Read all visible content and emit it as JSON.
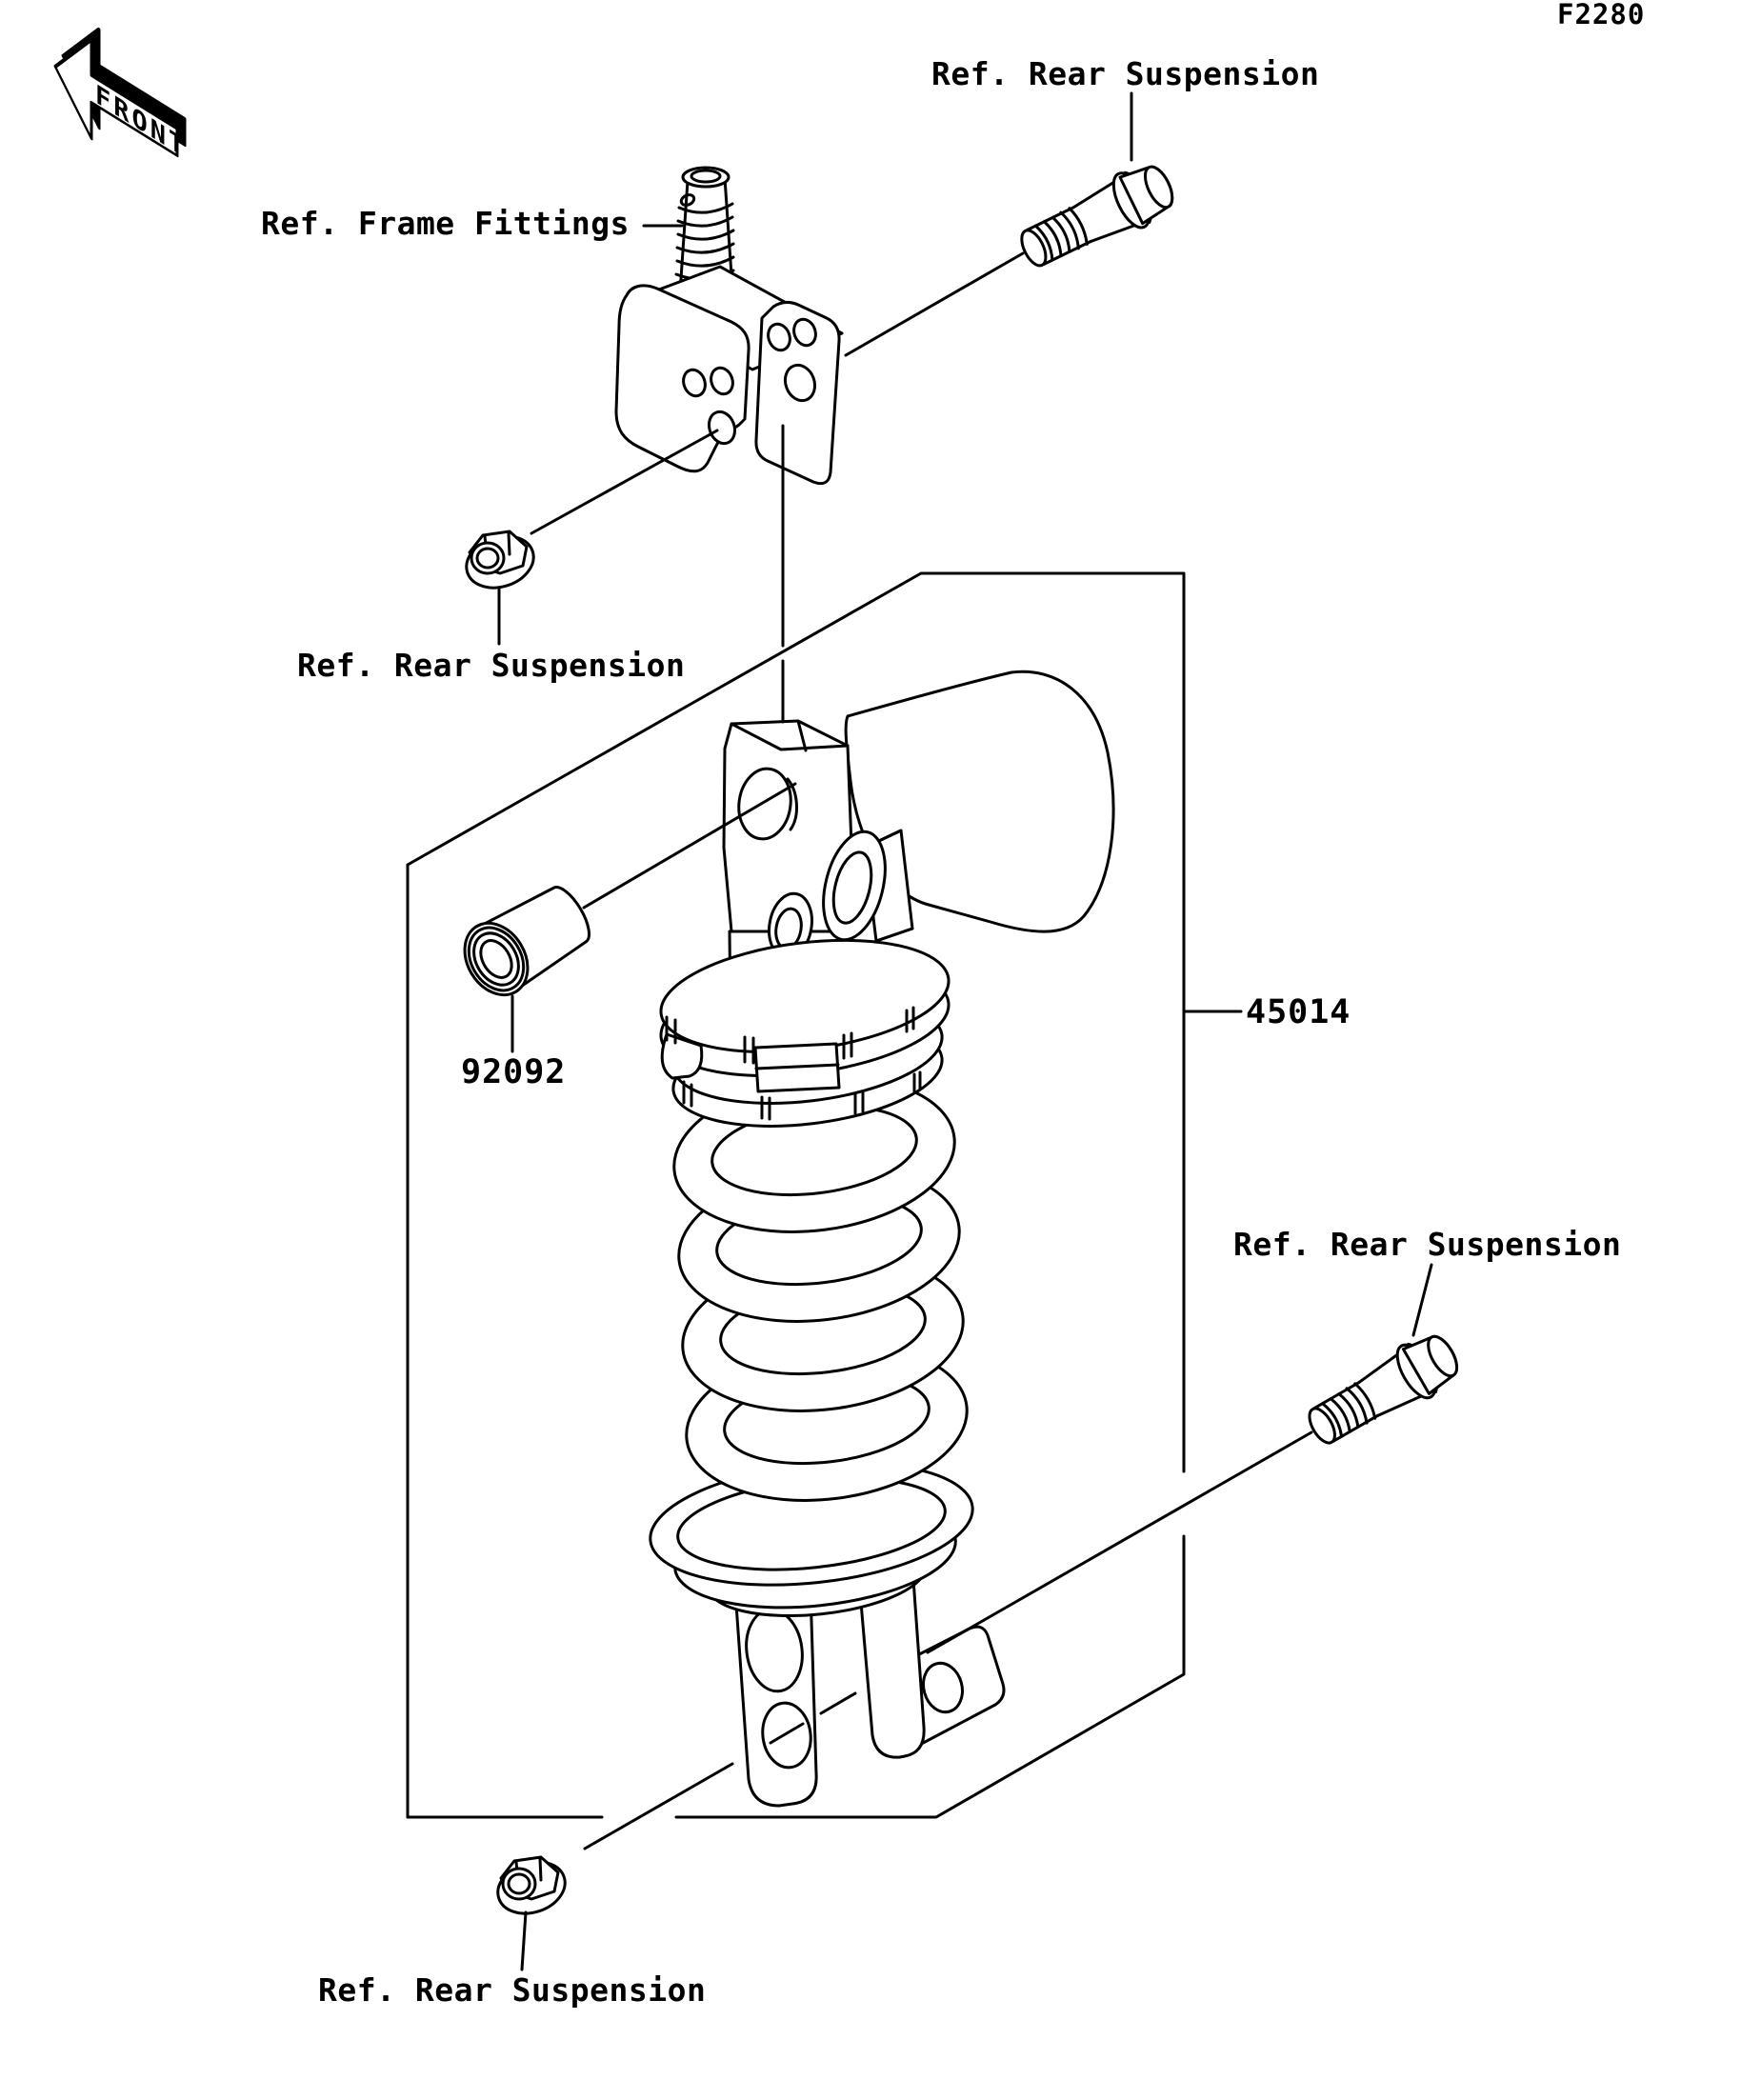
{
  "diagram": {
    "figure_code": "F2280",
    "front_indicator": "FRONT",
    "part_numbers": {
      "shock_absorber": "45014",
      "bushing": "92092"
    },
    "reference_labels": {
      "top_bolt": "Ref. Rear Suspension",
      "frame_fittings": "Ref. Frame Fittings",
      "upper_nut": "Ref. Rear Suspension",
      "lower_bolt": "Ref. Rear Suspension",
      "lower_nut": "Ref. Rear Suspension"
    },
    "colors": {
      "line": "#000000",
      "background": "#ffffff"
    }
  }
}
